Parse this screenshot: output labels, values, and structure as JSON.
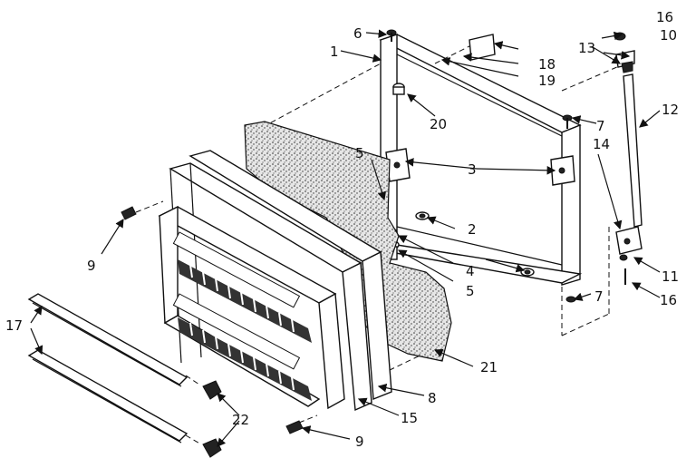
{
  "callouts": {
    "c1": "1",
    "c2": "2",
    "c3": "3",
    "c4": "4",
    "c5a": "5",
    "c5b": "5",
    "c6": "6",
    "c7a": "7",
    "c7b": "7",
    "c8": "8",
    "c9a": "9",
    "c9b": "9",
    "c10": "10",
    "c11": "11",
    "c12": "12",
    "c13": "13",
    "c14": "14",
    "c15": "15",
    "c16a": "16",
    "c16b": "16",
    "c17": "17",
    "c18": "18",
    "c19": "19",
    "c20": "20",
    "c21": "21",
    "c22": "22"
  }
}
